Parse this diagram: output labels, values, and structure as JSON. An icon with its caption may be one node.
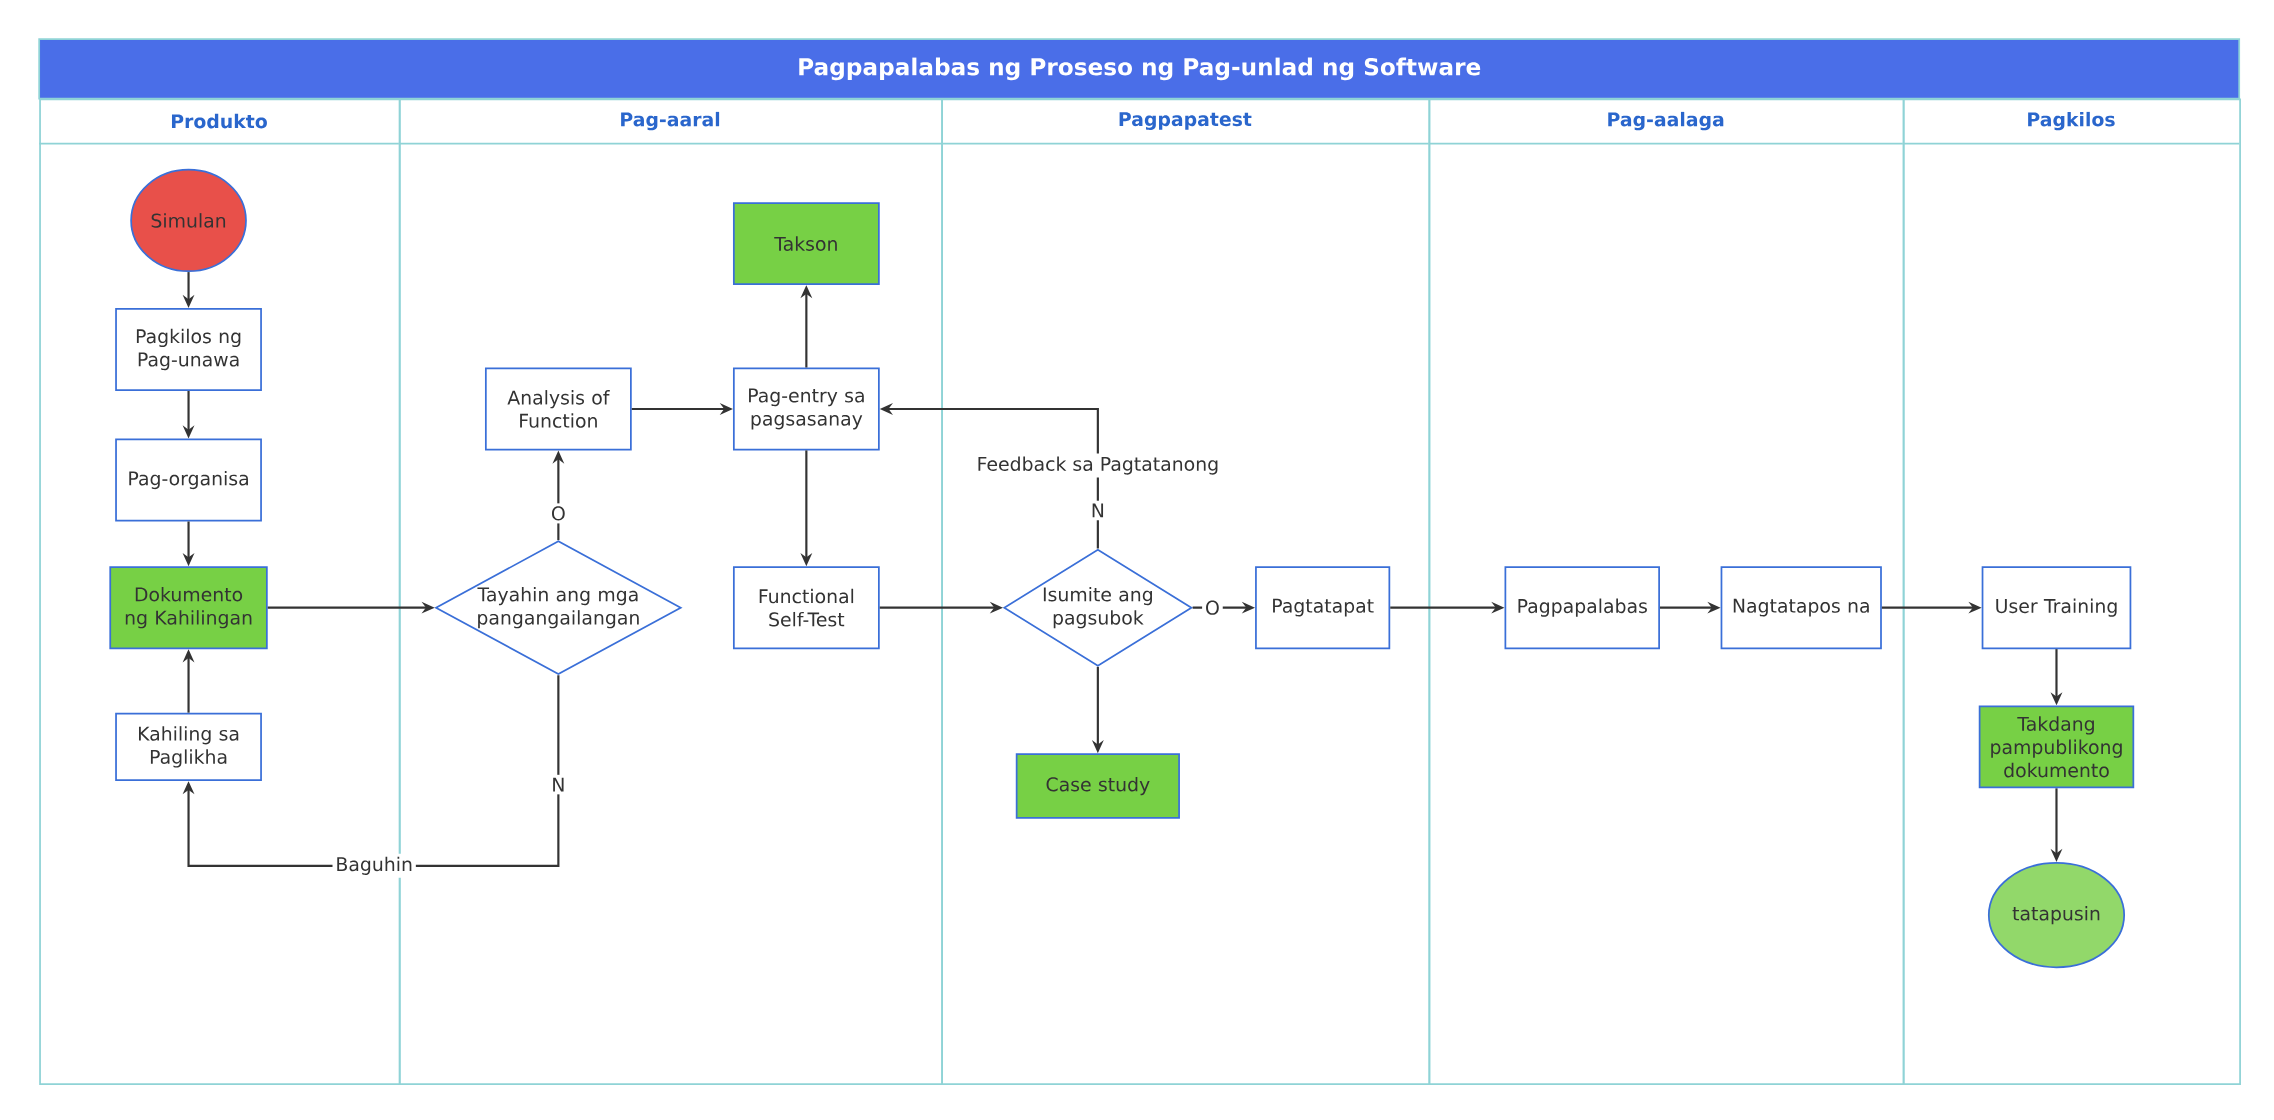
{
  "diagram": {
    "title": "Pagpapalabas ng Proseso ng Pag-unlad ng Software",
    "nodes": [
      {
        "text": [
          "Produkto"
        ]
      },
      {
        "text": [
          "Pag-aaral"
        ]
      },
      {
        "text": [
          "Pagpapatest"
        ]
      },
      {
        "text": [
          "Pag-aalaga"
        ]
      },
      {
        "text": [
          "Pagkilos"
        ]
      },
      {
        "text": [
          "Simulan"
        ],
        "in": 0
      },
      {
        "text": [
          "Pagkilos ng Pag-unawa"
        ],
        "in": 0
      },
      {
        "text": [
          "Pag-organisa"
        ],
        "in": 0
      },
      {
        "text": [
          "Dokumento ng Kahilingan"
        ],
        "in": 0
      },
      {
        "text": [
          "Kahiling sa Paglikha"
        ],
        "in": 0
      },
      {
        "text": [
          "Tayahin ang mga pangangailangan"
        ],
        "in": 1
      },
      {
        "text": [
          "Analysis of Function"
        ],
        "in": 1
      },
      {
        "text": [
          "Pag-entry sa pagsasanay"
        ],
        "in": 1
      },
      {
        "text": [
          "Takson"
        ],
        "in": 1
      },
      {
        "text": [
          "Functional Self-Test"
        ],
        "in": 1
      },
      {
        "text": [
          "Isumite ang pagsubok"
        ],
        "in": 2
      },
      {
        "text": [
          "Case study"
        ],
        "in": 2
      },
      {
        "text": [
          "Pagtatapat"
        ],
        "in": 2
      },
      {
        "text": [
          "Pagpapalabas"
        ],
        "in": 3
      },
      {
        "text": [
          "Nagtatapos na"
        ],
        "in": 3
      },
      {
        "text": [
          "User Training"
        ],
        "in": 4
      },
      {
        "text": [
          "Takdang pampublikong dokumento"
        ],
        "in": 4
      },
      {
        "text": [
          "tatapusin"
        ],
        "in": 4
      }
    ],
    "edges": [
      {
        "from": 5,
        "to": 6,
        "arrow": "to"
      },
      {
        "from": 6,
        "to": 7,
        "arrow": "to"
      },
      {
        "from": 7,
        "to": 8,
        "arrow": "to"
      },
      {
        "from": 9,
        "to": 8,
        "arrow": "to"
      },
      {
        "from": 8,
        "to": 10,
        "arrow": "to"
      },
      {
        "from": 10,
        "to": 11,
        "arrow": "to",
        "label": "O"
      },
      {
        "from": 10,
        "to": 9,
        "arrow": "to",
        "label": "N"
      },
      {
        "from": 11,
        "to": 12,
        "arrow": "to"
      },
      {
        "from": 12,
        "to": 13,
        "arrow": "to"
      },
      {
        "from": 12,
        "to": 14,
        "arrow": "to"
      },
      {
        "from": 14,
        "to": 15,
        "arrow": "to"
      },
      {
        "from": 15,
        "to": 12,
        "arrow": "to",
        "label": "N"
      },
      {
        "from": 15,
        "to": 16,
        "arrow": "to"
      },
      {
        "from": 15,
        "to": 17,
        "arrow": "to",
        "label": "O"
      },
      {
        "from": 17,
        "to": 18,
        "arrow": "to"
      },
      {
        "from": 18,
        "to": 19,
        "arrow": "to"
      },
      {
        "from": 19,
        "to": 20,
        "arrow": "to"
      },
      {
        "from": 20,
        "to": 21,
        "arrow": "to"
      },
      {
        "from": 21,
        "to": 22,
        "arrow": "to"
      }
    ],
    "labels": [
      "Feedback sa Pagtatanong",
      "Baguhin"
    ]
  }
}
